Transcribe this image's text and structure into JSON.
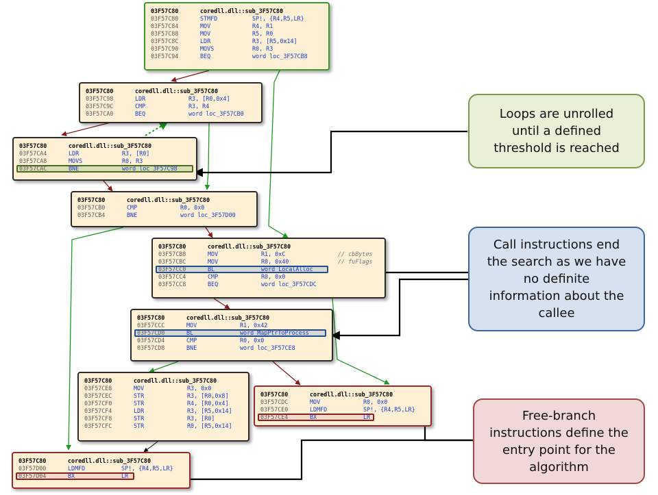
{
  "blocks": [
    {
      "header_addr": "03F57C80",
      "header_name": "coredll.dll::sub_3F57C80",
      "border": "green",
      "rows": [
        [
          "03F57C80",
          "STMFD",
          "SP!, {R4,R5,LR}",
          ""
        ],
        [
          "03F57C84",
          "MOV",
          "R4, R1",
          ""
        ],
        [
          "03F57C88",
          "MOV",
          "R5, R0",
          ""
        ],
        [
          "03F57C8C",
          "LDR",
          "R3, [R5,0x14]",
          ""
        ],
        [
          "03F57C90",
          "MOVS",
          "R0, R3",
          ""
        ],
        [
          "03F57C94",
          "BEQ",
          "word loc_3F57CB8",
          ""
        ]
      ]
    },
    {
      "header_addr": "03F57C80",
      "header_name": "coredll.dll::sub_3F57C80",
      "border": "dark",
      "rows": [
        [
          "03F57C98",
          "LDR",
          "R3, [R0,0x4]",
          ""
        ],
        [
          "03F57C9C",
          "CMP",
          "R3, R4",
          ""
        ],
        [
          "03F57CA0",
          "BEQ",
          "word loc_3F57CB0",
          ""
        ]
      ]
    },
    {
      "header_addr": "03F57C80",
      "header_name": "coredll.dll::sub_3F57C80",
      "border": "dark",
      "rows": [
        [
          "03F57CA4",
          "LDR",
          "R3, [R0]",
          ""
        ],
        [
          "03F57CA8",
          "MOVS",
          "R0, R3",
          ""
        ],
        [
          "03F57CAC",
          "BNE",
          "word loc_3F57C98",
          ""
        ]
      ]
    },
    {
      "header_addr": "03F57C80",
      "header_name": "coredll.dll::sub_3F57C80",
      "border": "dark",
      "rows": [
        [
          "03F57CB0",
          "CMP",
          "R0, 0x0",
          ""
        ],
        [
          "03F57CB4",
          "BNE",
          "word loc_3F57D00",
          ""
        ]
      ]
    },
    {
      "header_addr": "03F57C80",
      "header_name": "coredll.dll::sub_3F57C80",
      "border": "dark",
      "rows": [
        [
          "03F57CB8",
          "MOV",
          "R1, 0xC",
          "// cbBytes"
        ],
        [
          "03F57CBC",
          "MOV",
          "R0, 0x40",
          "// fuFlags"
        ],
        [
          "03F57CC0",
          "BL",
          "word LocalAlloc",
          ""
        ],
        [
          "03F57CC4",
          "CMP",
          "R0, 0x0",
          ""
        ],
        [
          "03F57CC8",
          "BEQ",
          "word loc_3F57CDC",
          ""
        ]
      ]
    },
    {
      "header_addr": "03F57C80",
      "header_name": "coredll.dll::sub_3F57C80",
      "border": "dark",
      "rows": [
        [
          "03F57CCC",
          "MOV",
          "R1, 0x42",
          ""
        ],
        [
          "03F57CD0",
          "BL",
          "word MapPtrToProcess",
          ""
        ],
        [
          "03F57CD4",
          "CMP",
          "R0, 0x0",
          ""
        ],
        [
          "03F57CD8",
          "BNE",
          "word loc_3F57CE8",
          ""
        ]
      ]
    },
    {
      "header_addr": "03F57C80",
      "header_name": "coredll.dll::sub_3F57C80",
      "border": "dark",
      "rows": [
        [
          "03F57CE8",
          "MOV",
          "R3, 0x0",
          ""
        ],
        [
          "03F57CEC",
          "STR",
          "R3, [R0,0x8]",
          ""
        ],
        [
          "03F57CF0",
          "STR",
          "R4, [R0,0x4]",
          ""
        ],
        [
          "03F57CF4",
          "LDR",
          "R3, [R5,0x14]",
          ""
        ],
        [
          "03F57CF8",
          "STR",
          "R3, [R0]",
          ""
        ],
        [
          "03F57CFC",
          "STR",
          "R0, [R5,0x14]",
          ""
        ]
      ]
    },
    {
      "header_addr": "03F57C80",
      "header_name": "coredll.dll::sub_3F57C80",
      "border": "red",
      "rows": [
        [
          "03F57CDC",
          "MOV",
          "R0, 0x0",
          ""
        ],
        [
          "03F57CE0",
          "LDMFD",
          "SP!, {R4,R5,LR}",
          ""
        ],
        [
          "03F57CE4",
          "BX",
          "LR",
          ""
        ]
      ]
    },
    {
      "header_addr": "03F57C80",
      "header_name": "coredll.dll::sub_3F57C80",
      "border": "red",
      "rows": [
        [
          "03F57D00",
          "LDMFD",
          "SP!, {R4,R5,LR}",
          ""
        ],
        [
          "03F57D04",
          "BX",
          "LR",
          ""
        ]
      ]
    }
  ],
  "callouts": [
    {
      "lines": [
        "Loops are unrolled",
        "until a defined",
        "threshold is reached"
      ]
    },
    {
      "lines": [
        "Call instructions end",
        "the search as we have",
        "no definite",
        "information about the",
        "callee"
      ]
    },
    {
      "lines": [
        "Free-branch",
        "instructions define the",
        "entry point for the",
        "algorithm"
      ]
    }
  ],
  "colors": {
    "block_fill": "#fdf0d5",
    "mnemonic": "#1a3cc8",
    "edge_true": "#2a9a2a",
    "edge_false": "#9a2020",
    "arrow": "#000000"
  }
}
